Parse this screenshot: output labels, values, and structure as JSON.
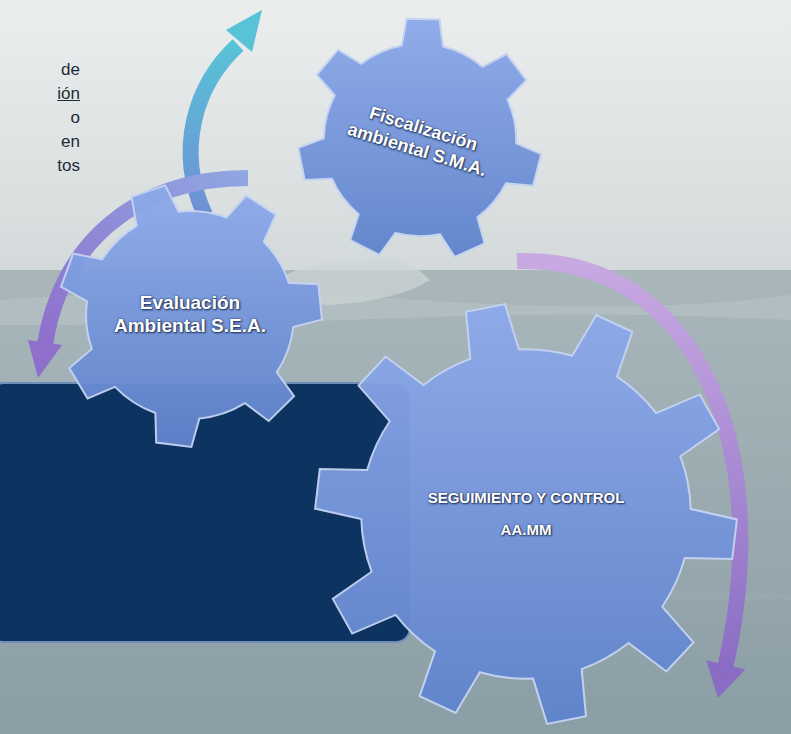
{
  "diagram": {
    "nodes": [
      {
        "text": [
          "Fiscalización ambiental S.M.A."
        ]
      },
      {
        "text": [
          "Evaluación Ambiental S.E.A."
        ]
      },
      {
        "text": [
          "SEGUIMIENTO Y CONTROL",
          "AA.MM"
        ]
      }
    ],
    "edges": [
      {
        "from": 0,
        "to": 2,
        "arrow": "to"
      }
    ],
    "labels": [
      "de",
      "ión",
      "o",
      "en",
      "tos"
    ]
  }
}
